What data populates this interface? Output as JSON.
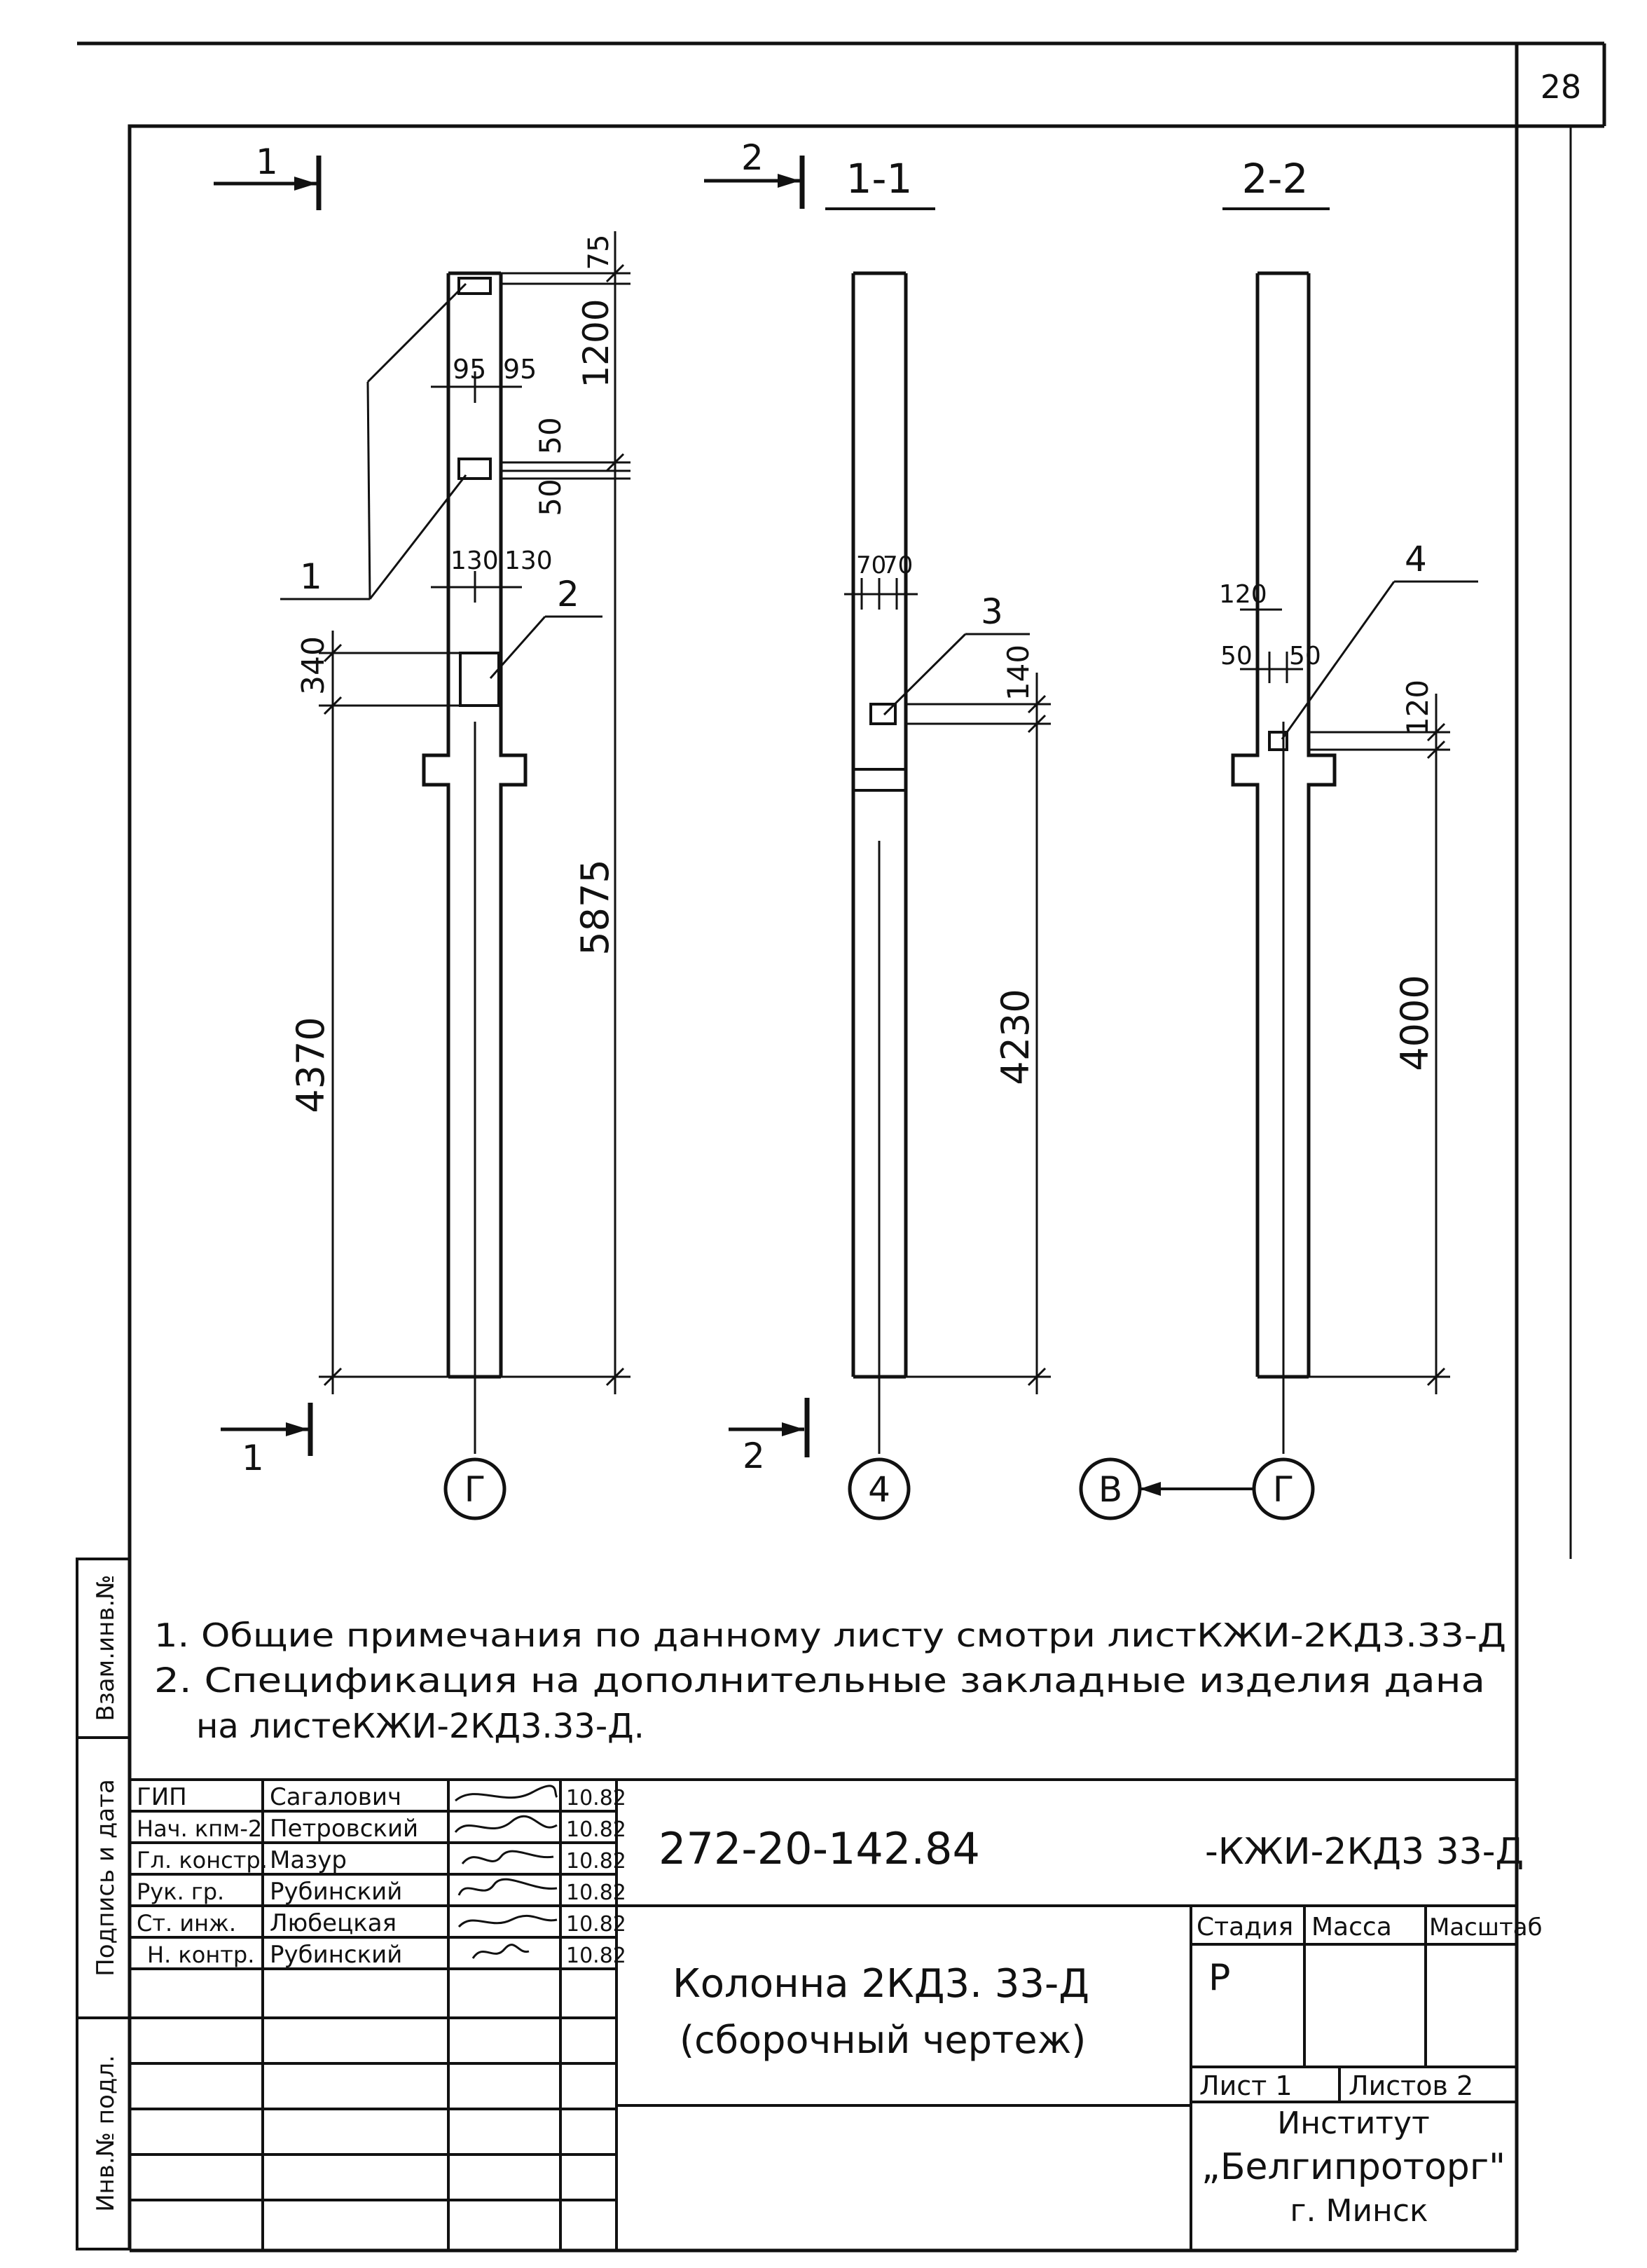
{
  "sheet_number": "28",
  "section_marks": {
    "cut_1": "1",
    "cut_2": "2"
  },
  "views": {
    "view_1_1_title": "1-1",
    "view_2_2_title": "2-2"
  },
  "dimensions": {
    "main": {
      "d75": "75",
      "d1200": "1200",
      "d95a": "95",
      "d95b": "95",
      "d50a": "50",
      "d50b": "50",
      "d130a": "130",
      "d130b": "130",
      "d340": "340",
      "d5875": "5875",
      "d4370": "4370"
    },
    "view1": {
      "d70a": "70",
      "d70b": "70",
      "d140": "140",
      "d4230": "4230"
    },
    "view2": {
      "d120a": "120",
      "d50a": "50",
      "d50b": "50",
      "d120b": "120",
      "d4000": "4000"
    }
  },
  "callouts": {
    "c1": "1",
    "c2": "2",
    "c3": "3",
    "c4": "4"
  },
  "grid_axes": {
    "main": "Г",
    "view1": "4",
    "view2_left": "В",
    "view2_right": "Г"
  },
  "notes": {
    "note1": "1. Общие примечания по данному листу смотри листКЖИ-2КД3.33-Д",
    "note2_line1": "2. Спецификация на дополнительные закладные изделия дана",
    "note2_line2": "на листеКЖИ-2КД3.33-Д."
  },
  "side_stamp": {
    "vzam_inv": "Взам.инв.№",
    "podpis_data": "Подпись и дата",
    "inv_podl": "Инв.№ подл."
  },
  "title_block": {
    "signatories": [
      {
        "role": "ГИП",
        "name": "Сагалович",
        "date": "10.82"
      },
      {
        "role": "Нач. кпм-2",
        "name": "Петровский",
        "date": "10.82"
      },
      {
        "role": "Гл. констр.",
        "name": "Мазур",
        "date": "10.82"
      },
      {
        "role": "Рук. гр.",
        "name": "Рубинский",
        "date": "10.82"
      },
      {
        "role": "Ст. инж.",
        "name": "Любецкая",
        "date": "10.82"
      },
      {
        "role": "Н. контр.",
        "name": "Рубинский",
        "date": "10.82"
      }
    ],
    "doc_code": "272-20-142.84",
    "doc_suffix": "-КЖИ-2КД3 33-Д",
    "title_line1": "Колонна 2КД3. 33-Д",
    "title_line2": "(сборочный чертеж)",
    "stage_label": "Стадия",
    "mass_label": "Масса",
    "scale_label": "Масштаб",
    "stage_value": "Р",
    "sheet_label": "Лист 1",
    "sheets_label": "Листов 2",
    "org_line1": "Институт",
    "org_line2": "„Белгипроторг\"",
    "org_line3": "г. Минск"
  }
}
